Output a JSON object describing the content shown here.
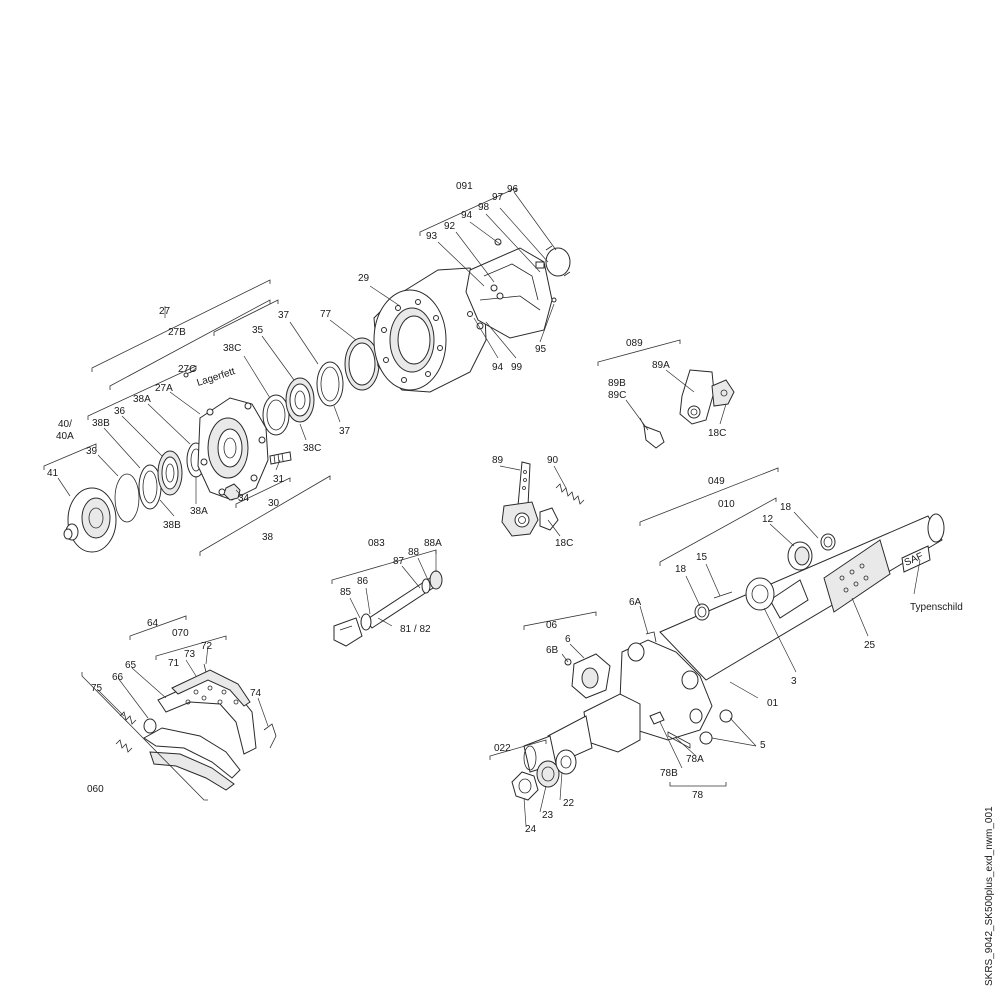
{
  "labels": {
    "l27": "27",
    "l27B": "27B",
    "l27C": "27C",
    "l27A": "27A",
    "lLagerfett": "Lagerfett",
    "l40": "40/",
    "l40A": "40A",
    "l41": "41",
    "l39": "39",
    "l38B_top": "38B",
    "l38B_bot": "38B",
    "l36": "36",
    "l38A_top": "38A",
    "l38A_bot": "38A",
    "l38C_top": "38C",
    "l38C_bot": "38C",
    "l35": "35",
    "l37_top": "37",
    "l37_bot": "37",
    "l77": "77",
    "l29": "29",
    "l31": "31",
    "l34": "34",
    "l30": "30",
    "l38": "38",
    "l091": "091",
    "l96": "96",
    "l97": "97",
    "l98": "98",
    "l94_top": "94",
    "l92": "92",
    "l93": "93",
    "l95": "95",
    "l94_bot": "94",
    "l99": "99",
    "l089": "089",
    "l89A": "89A",
    "l89B": "89B",
    "l89C": "89C",
    "l18C_a": "18C",
    "l89": "89",
    "l90": "90",
    "l18C_b": "18C",
    "l049": "049",
    "l010": "010",
    "l18_a": "18",
    "l12": "12",
    "l15": "15",
    "l18_b": "18",
    "lSAF": "SAF",
    "lTypenschild": "Typenschild",
    "l25": "25",
    "l3": "3",
    "l01": "01",
    "l083": "083",
    "l88A": "88A",
    "l88": "88",
    "l87": "87",
    "l86": "86",
    "l85": "85",
    "l8182": "81 / 82",
    "l6A": "6A",
    "l06": "06",
    "l6": "6",
    "l6B": "6B",
    "l5": "5",
    "l022": "022",
    "l22": "22",
    "l23": "23",
    "l24": "24",
    "l78A": "78A",
    "l78B": "78B",
    "l78": "78",
    "l64": "64",
    "l070": "070",
    "l72": "72",
    "l73": "73",
    "l71": "71",
    "l65": "65",
    "l66": "66",
    "l75": "75",
    "l74": "74",
    "l060": "060"
  },
  "drawing_id": "SKRS_9042_SK500plus_exd_nwm_001"
}
